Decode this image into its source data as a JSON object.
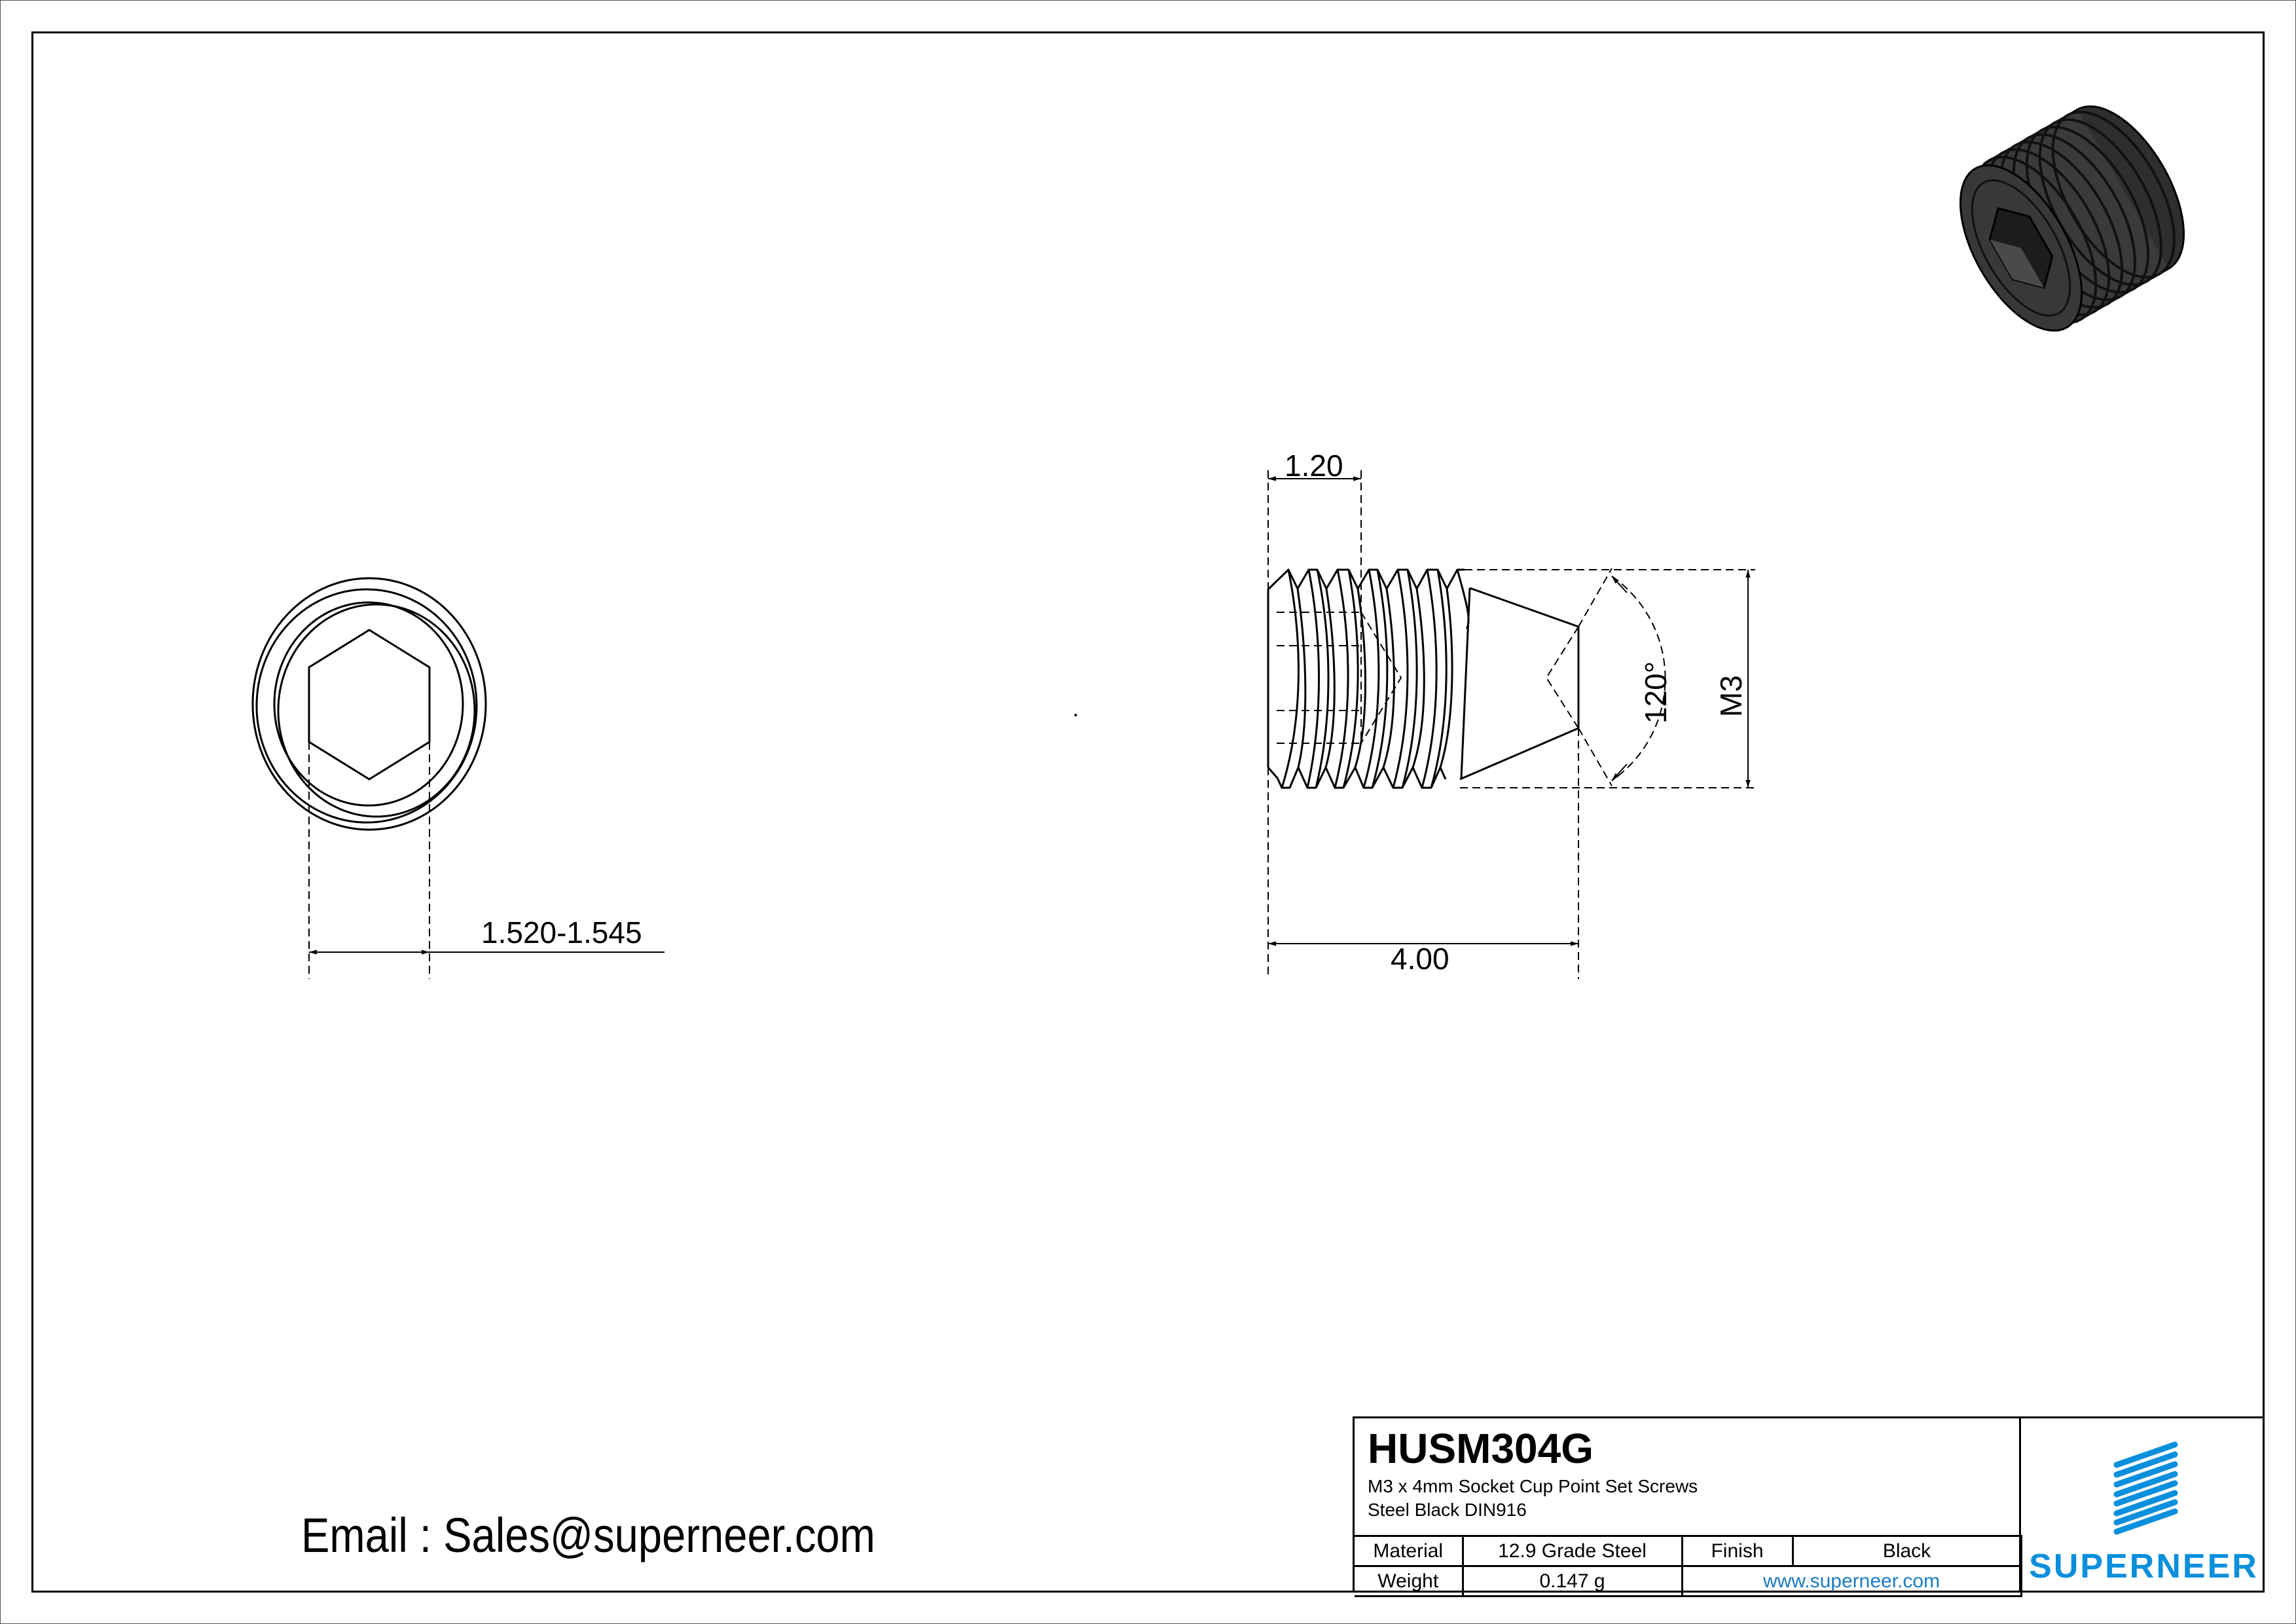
{
  "drawing": {
    "part_number": "HUSM304G",
    "description_line1": "M3 x 4mm Socket Cup Point Set Screws",
    "description_line2": "Steel Black DIN916",
    "dimensions": {
      "hex_socket_size": "1.520-1.545",
      "socket_depth": "1.20",
      "length": "4.00",
      "cone_angle": "120°",
      "thread": "M3"
    }
  },
  "title_block": {
    "material_label": "Material",
    "material_value": "12.9 Grade Steel",
    "finish_label": "Finish",
    "finish_value": "Black",
    "weight_label": "Weight",
    "weight_value": "0.147 g",
    "website": "www.superneer.com"
  },
  "brand": {
    "name": "SUPERNEER",
    "logo_icon": "striped-parallelogram-icon",
    "color": "#0a8fdc"
  },
  "contact": {
    "email_line": "Email : Sales@superneer.com"
  },
  "views": {
    "end_view": "hex-socket-end-view",
    "side_view": "threaded-side-view",
    "render": "3d-set-screw-render"
  }
}
